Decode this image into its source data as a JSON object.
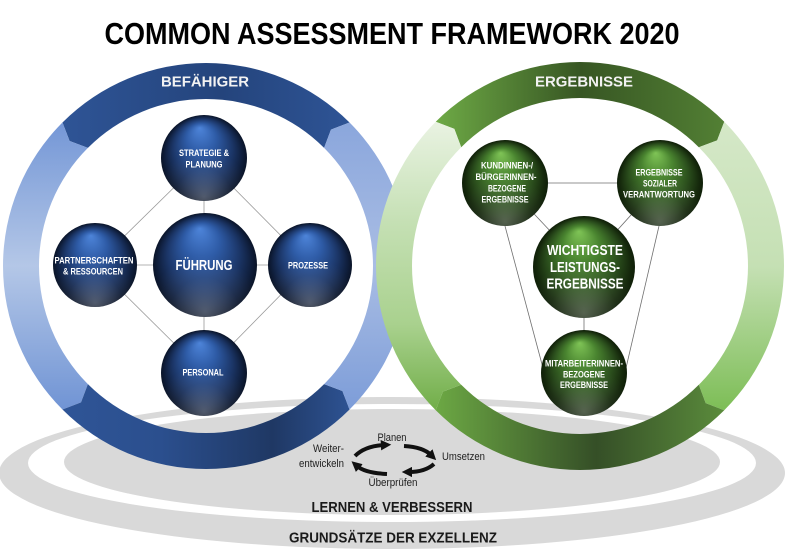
{
  "title": "COMMON ASSESSMENT FRAMEWORK 2020",
  "colors": {
    "enablers_dark": "#2f5597",
    "enablers_deep": "#1f3864",
    "enablers_light": "#b4c7e7",
    "enablers_mid": "#7396d6",
    "results_dark": "#375623",
    "results_mid": "#70ad47",
    "results_light": "#c5e0b4",
    "results_pale": "#eaf3e3",
    "base_gray": "#d9d9d9"
  },
  "enablers": {
    "label": "BEFÄHIGER",
    "nodes": [
      {
        "id": "strategy",
        "lines": [
          "STRATEGIE &",
          "PLANUNG"
        ]
      },
      {
        "id": "leadership",
        "lines": [
          "FÜHRUNG"
        ]
      },
      {
        "id": "partnerships",
        "lines": [
          "PARTNERSCHAFTEN",
          "& RESSOURCEN"
        ]
      },
      {
        "id": "processes",
        "lines": [
          "PROZESSE"
        ]
      },
      {
        "id": "people",
        "lines": [
          "PERSONAL"
        ]
      }
    ]
  },
  "results": {
    "label": "ERGEBNISSE",
    "nodes": [
      {
        "id": "citizen-results",
        "lines": [
          "KUNDINNEN-/",
          "BÜRGERINNEN-",
          "BEZOGENE",
          "ERGEBNISSE"
        ]
      },
      {
        "id": "social-results",
        "lines": [
          "ERGEBNISSE",
          "SOZIALER",
          "VERANTWORTUNG"
        ]
      },
      {
        "id": "key-results",
        "lines": [
          "WICHTIGSTE",
          "LEISTUNGS-",
          "ERGEBNISSE"
        ]
      },
      {
        "id": "people-results",
        "lines": [
          "MITARBEITERINNEN-",
          "BEZOGENE",
          "ERGEBNISSE"
        ]
      }
    ]
  },
  "cycle": {
    "plan": "Planen",
    "do": "Umsetzen",
    "check": "Überprüfen",
    "act": [
      "Weiter-",
      "entwickeln"
    ]
  },
  "learning_label": "LERNEN & VERBESSERN",
  "principles_label": "GRUNDSÄTZE DER EXZELLENZ"
}
